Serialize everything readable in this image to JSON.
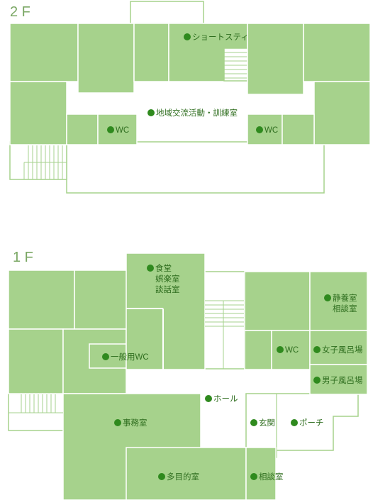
{
  "floors": {
    "f2": {
      "title": "2 F"
    },
    "f1": {
      "title": "1 F"
    }
  },
  "colors": {
    "room": "#a6d28c",
    "line": "#a6d28c",
    "marker": "#2f8a1e",
    "text": "#2f6e1f"
  },
  "labels": {
    "short_stay": "ショートスティ",
    "community": "地域交流活動・訓練室",
    "wc_2f_left": "WC",
    "wc_2f_right": "WC",
    "dining_1": "食堂",
    "dining_2": "娯楽室",
    "dining_3": "談話室",
    "quiet_1": "静養室",
    "quiet_2": "相談室",
    "public_wc": "一般用WC",
    "wc_1f": "WC",
    "women_bath": "女子風呂場",
    "men_bath": "男子風呂場",
    "hall": "ホール",
    "office": "事務室",
    "entrance": "玄関",
    "porch": "ポーチ",
    "multi": "多目的室",
    "consult": "相談室"
  }
}
